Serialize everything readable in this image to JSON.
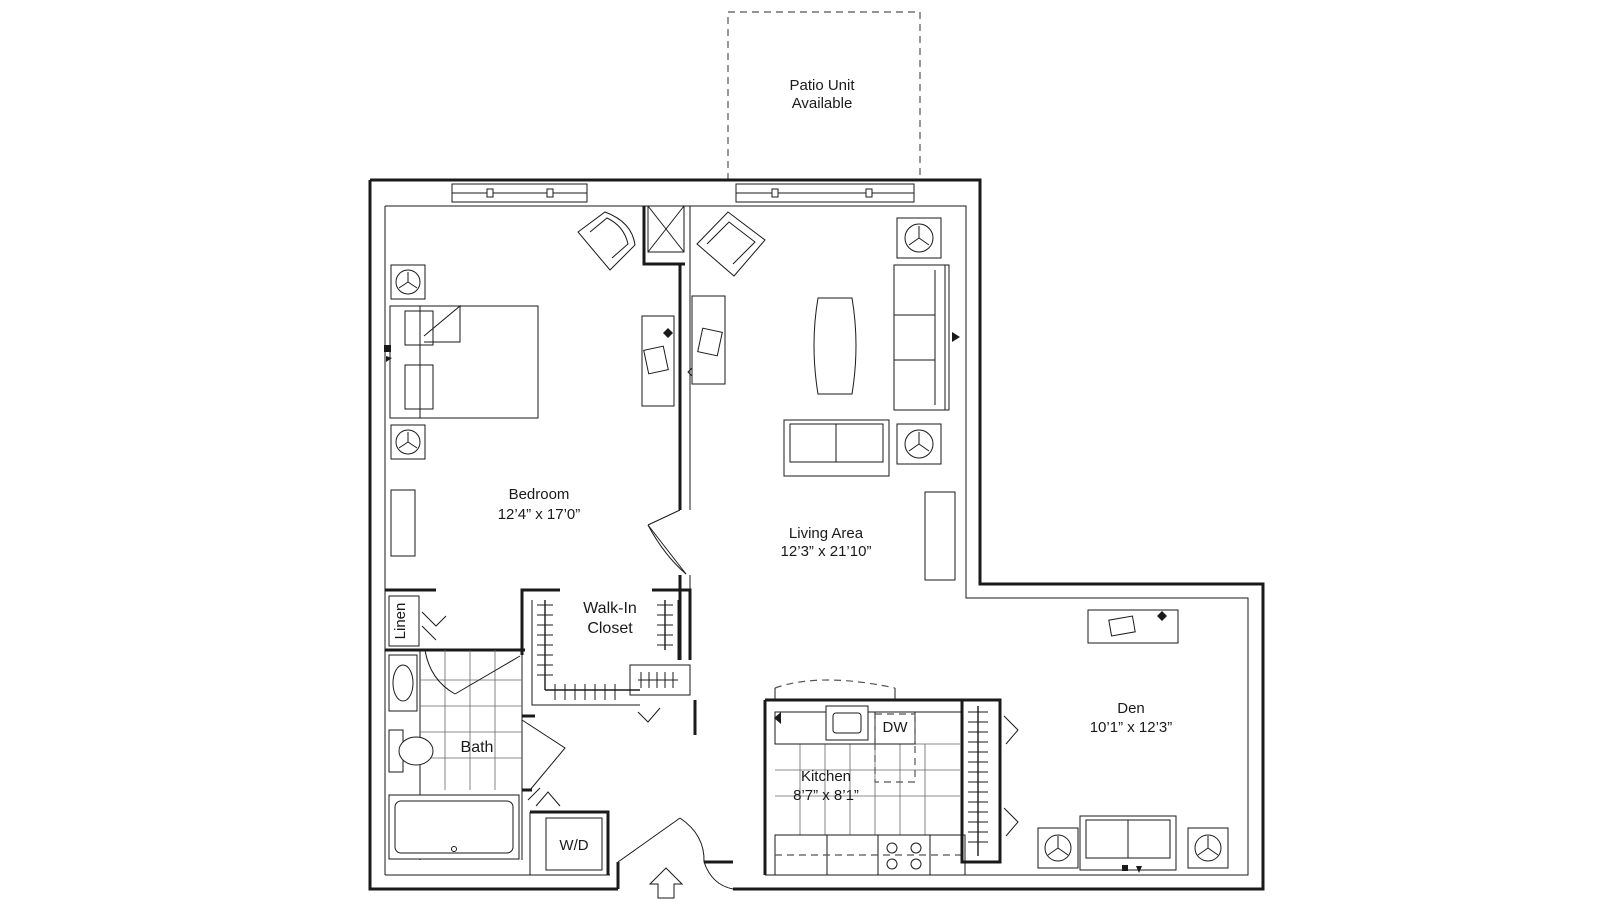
{
  "patio": {
    "line1": "Patio Unit",
    "line2": "Available"
  },
  "rooms": {
    "bedroom": {
      "name": "Bedroom",
      "dims": "12’4” x 17’0”"
    },
    "living": {
      "name": "Living Area",
      "dims": "12’3” x 21’10”"
    },
    "den": {
      "name": "Den",
      "dims": "10’1” x 12’3”"
    },
    "kitchen": {
      "name": "Kitchen",
      "dims": "8’7” x 8’1”"
    },
    "closet": {
      "line1": "Walk-In",
      "line2": "Closet"
    },
    "bath": {
      "name": "Bath"
    },
    "linen": {
      "name": "Linen"
    },
    "washer_dryer": {
      "name": "W/D"
    },
    "dishwasher": {
      "name": "DW"
    }
  },
  "icons": [
    "entry-arrow-icon",
    "tv-jack-icon",
    "phone-jack-icon"
  ]
}
